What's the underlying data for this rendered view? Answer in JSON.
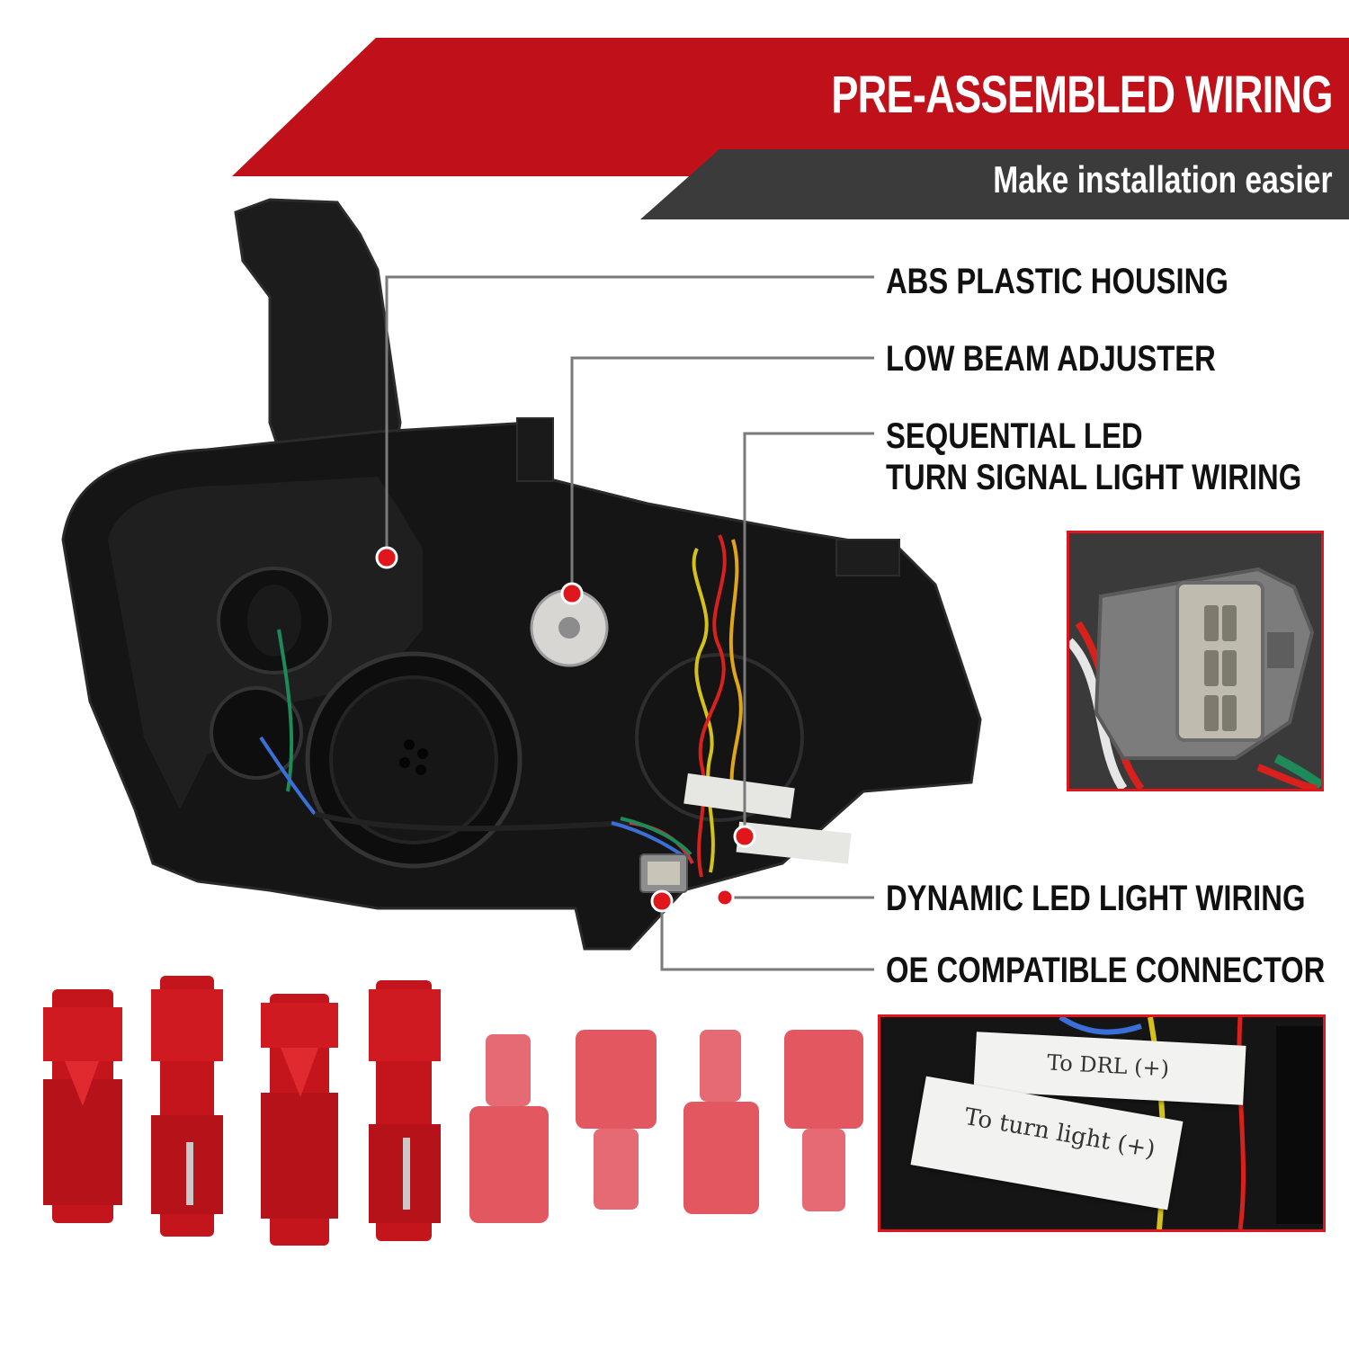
{
  "banner": {
    "title": "PRE-ASSEMBLED WIRING",
    "subtitle": "Make installation easier"
  },
  "callouts": [
    {
      "label": "ABS PLASTIC HOUSING"
    },
    {
      "label": "LOW BEAM ADJUSTER"
    },
    {
      "label_line1": "SEQUENTIAL LED",
      "label_line2": "TURN SIGNAL LIGHT WIRING"
    },
    {
      "label": "DYNAMIC LED LIGHT WIRING"
    },
    {
      "label": "OE COMPATIBLE CONNECTOR"
    }
  ],
  "inset_labels": {
    "tag1": "To DRL (+)",
    "tag2": "To turn light (+)"
  },
  "colors": {
    "brand_red": "#c8101a",
    "dark_bar": "#3a3a3a",
    "callout_line": "#7a7a7a",
    "dot": "#e0161c"
  }
}
